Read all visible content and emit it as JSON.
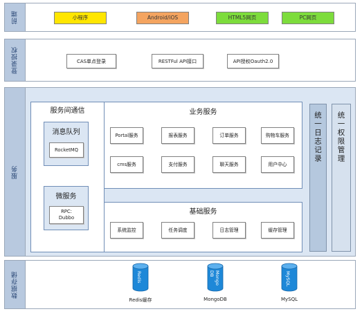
{
  "layers": {
    "client": "前端",
    "auth": "登录授权",
    "service": "服务",
    "storage": "数据存储"
  },
  "clients": [
    {
      "label": "小程序",
      "color": "#ffe600"
    },
    {
      "label": "Android/iOS",
      "color": "#f4a460"
    },
    {
      "label": "HTML5网页",
      "color": "#7ddc3c"
    },
    {
      "label": "PC网页",
      "color": "#7ddc3c"
    }
  ],
  "auth_items": [
    "CAS单点登录",
    "RESTFul API接口",
    "API授权Oauth2.0"
  ],
  "inter_service": {
    "title": "服务间通信",
    "mq": {
      "title": "消息队列",
      "item": "RocketMQ"
    },
    "micro": {
      "title": "微服务",
      "item_line1": "RPC:",
      "item_line2": "Dubbo"
    }
  },
  "business": {
    "title": "业务服务",
    "items": [
      "Portal服务",
      "报表服务",
      "订单服务",
      "购物车服务",
      "cms服务",
      "支付服务",
      "聊天服务",
      "用户中心"
    ]
  },
  "base": {
    "title": "基础服务",
    "items": [
      "系统监控",
      "任务调度",
      "日志管理",
      "缓存管理"
    ]
  },
  "side": {
    "log": "统一日志记录",
    "perm": "统一权限管理"
  },
  "databases": [
    {
      "icon_text": "Redis",
      "label": "Redis缓存"
    },
    {
      "icon_text": "Mongo DB",
      "label": "MongoDB"
    },
    {
      "icon_text": "MySQL",
      "label": "MySQL"
    }
  ],
  "colors": {
    "layer_label": "#b8c9df",
    "service_bg": "#dbe6f3",
    "panel_border": "#6f8db6",
    "db_blue": "#1e88d8",
    "side_bar_dark": "#b5c8de",
    "side_bar_light": "#d6e1ee"
  }
}
